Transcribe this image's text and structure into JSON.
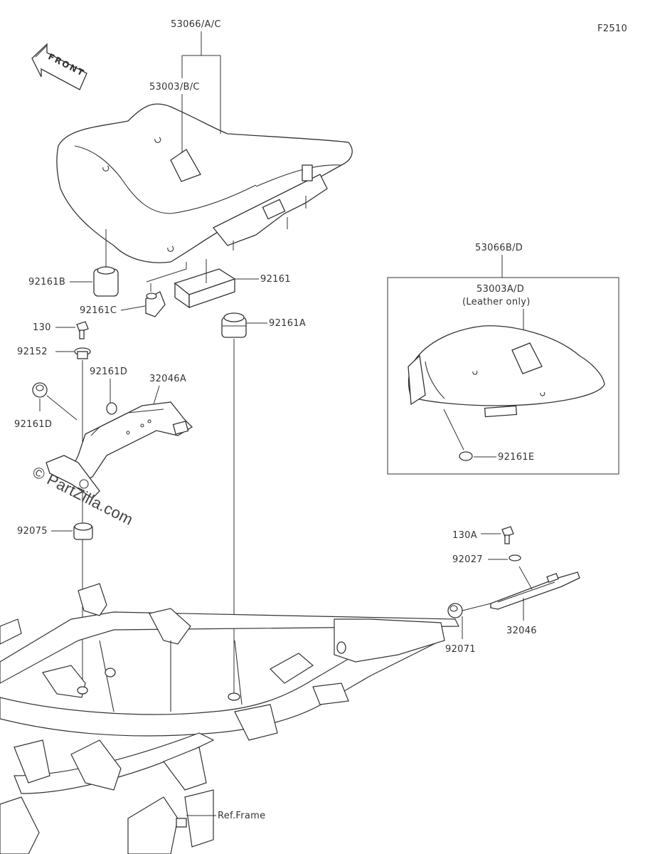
{
  "diagram_code": "F2510",
  "front_label": "FRONT",
  "watermark": "© PartZilla.com",
  "inset": {
    "note": "(Leather only)"
  },
  "labels": {
    "l53066ac": "53066/A/C",
    "l53003bc": "53003/B/C",
    "l92161b": "92161B",
    "l92161c": "92161C",
    "l92161": "92161",
    "l92161a": "92161A",
    "l130": "130",
    "l92152": "92152",
    "l92161d_top": "92161D",
    "l32046a": "32046A",
    "l92161d_left": "92161D",
    "l92075": "92075",
    "l53066bd": "53066B/D",
    "l53003ad": "53003A/D",
    "l92161e": "92161E",
    "l130a": "130A",
    "l92027": "92027",
    "l92071": "92071",
    "l32046": "32046",
    "lref": "Ref.Frame"
  }
}
